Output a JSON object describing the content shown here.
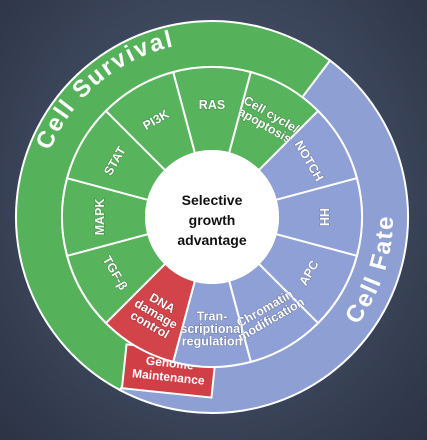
{
  "center": {
    "lines": [
      "Selective",
      "growth",
      "advantage"
    ]
  },
  "rings": {
    "survival": {
      "label": "Cell Survival",
      "color": "#55b25a"
    },
    "fate": {
      "label": "Cell Fate",
      "color": "#8e9fd4"
    }
  },
  "genome_box": {
    "lines": [
      "Genome",
      "Maintenance"
    ],
    "color": "#cf3f45"
  },
  "colors": {
    "border": "#ffffff",
    "survival_seg": "#57b35c",
    "fate_seg": "#8fa0d6",
    "genome_seg": "#d2434a"
  },
  "segments": [
    {
      "id": "ras",
      "group": "survival",
      "lines": [
        "RAS"
      ]
    },
    {
      "id": "cell-cycle-apoptosis",
      "group": "survival",
      "lines": [
        "Cell cycle/",
        "apoptosis"
      ]
    },
    {
      "id": "notch",
      "group": "fate",
      "lines": [
        "NOTCH"
      ]
    },
    {
      "id": "hh",
      "group": "fate",
      "lines": [
        "HH"
      ]
    },
    {
      "id": "apc",
      "group": "fate",
      "lines": [
        "APC"
      ]
    },
    {
      "id": "chromatin-modification",
      "group": "fate",
      "lines": [
        "Chromatin",
        "modification"
      ]
    },
    {
      "id": "transcriptional-regulation",
      "group": "fate",
      "lines": [
        "Tran-",
        "scriptional",
        "regulation"
      ]
    },
    {
      "id": "dna-damage-control",
      "group": "genome",
      "lines": [
        "DNA",
        "damage",
        "control"
      ]
    },
    {
      "id": "tgf-beta",
      "group": "survival",
      "lines": [
        "TGF-β"
      ]
    },
    {
      "id": "mapk",
      "group": "survival",
      "lines": [
        "MAPK"
      ]
    },
    {
      "id": "stat",
      "group": "survival",
      "lines": [
        "STAT"
      ]
    },
    {
      "id": "pi3k",
      "group": "survival",
      "lines": [
        "PI3K"
      ]
    }
  ]
}
